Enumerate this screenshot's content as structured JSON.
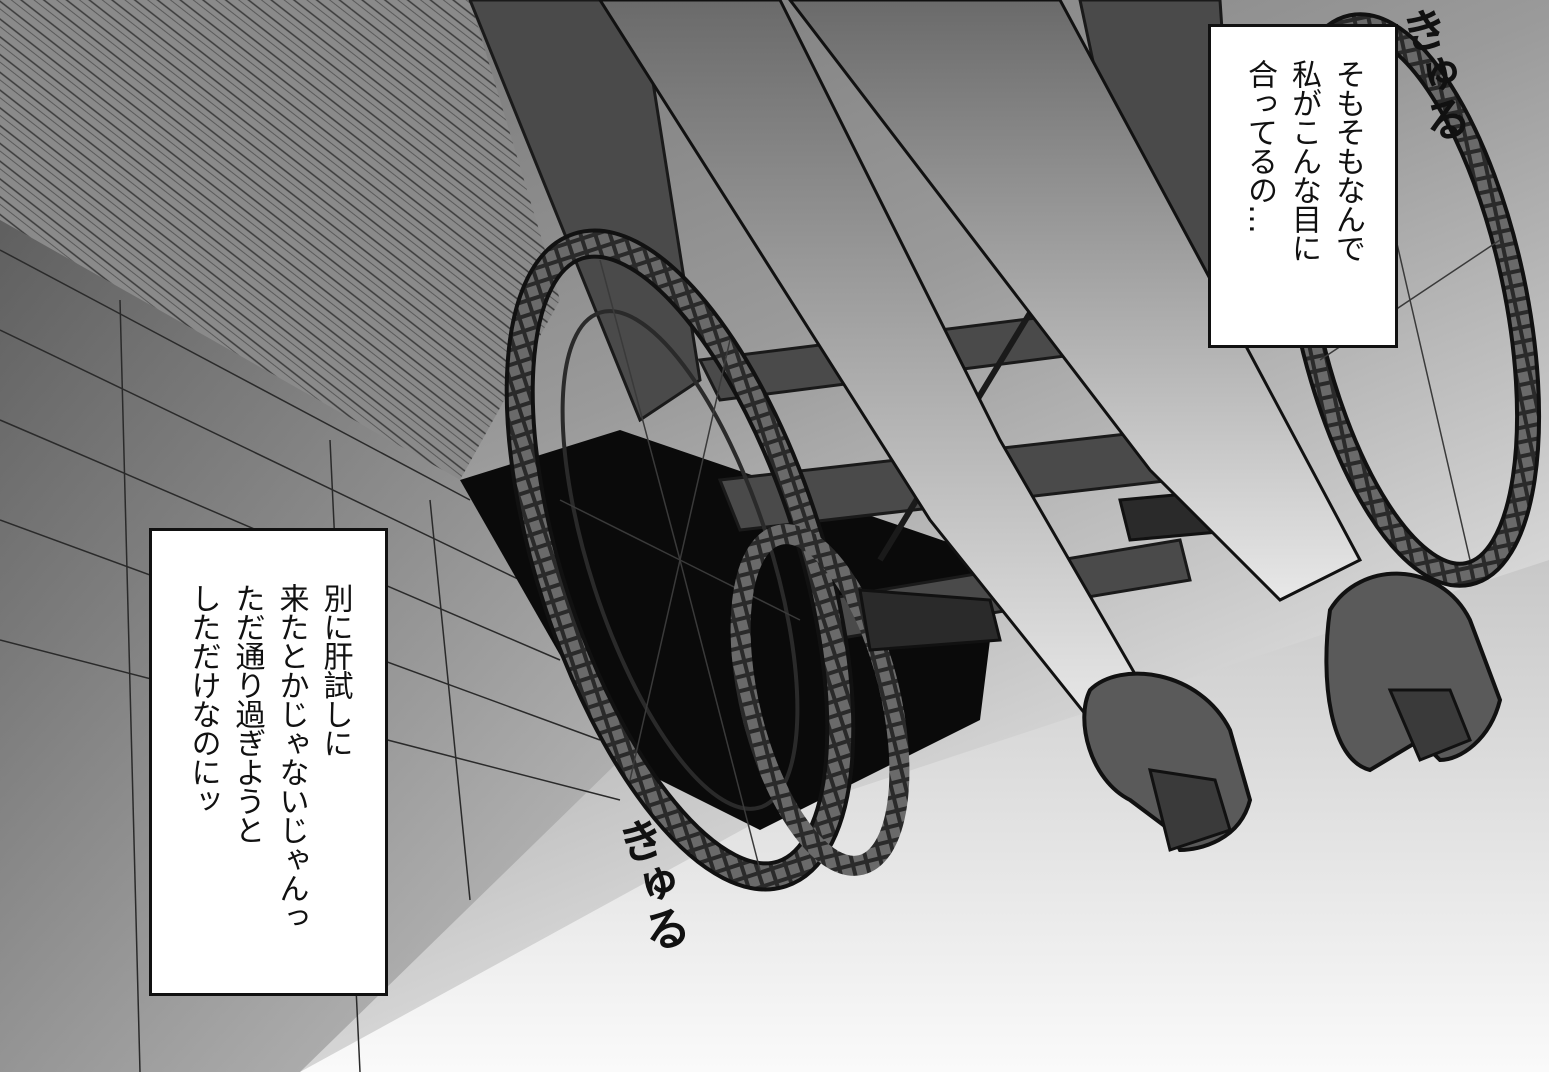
{
  "scene": {
    "description_icon": "wheelchair-illustration"
  },
  "captions": {
    "top": "そもそもなんで\n私がこんな目に\n合ってるの…",
    "left": "別に肝試しに\n来たとかじゃないじゃんっ\nただ通り過ぎようと\nしただけなのにッ"
  },
  "sound_effects": {
    "top": "きゅる",
    "bottom": "きゅる"
  },
  "colors": {
    "ink": "#111111",
    "paper": "#ffffff",
    "floor_light": "#eeeeee",
    "shadow": "#0a0a0a"
  }
}
